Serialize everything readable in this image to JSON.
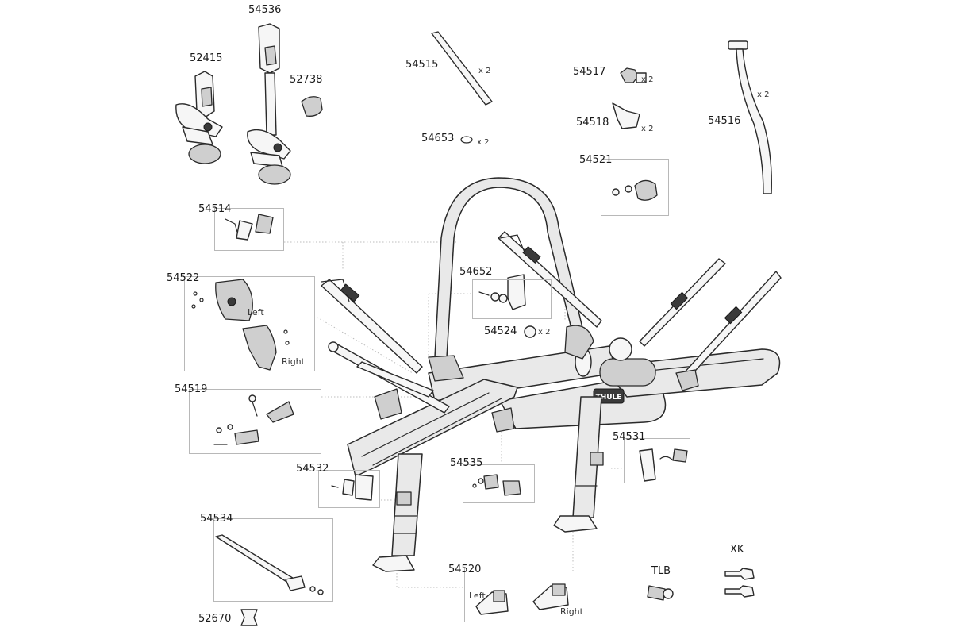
{
  "parts": [
    {
      "id": "p52415",
      "number": "52415"
    },
    {
      "id": "p54536",
      "number": "54536"
    },
    {
      "id": "p52738",
      "number": "52738"
    },
    {
      "id": "p54515",
      "number": "54515",
      "quantity": "x 2"
    },
    {
      "id": "p54653",
      "number": "54653",
      "quantity": "x 2"
    },
    {
      "id": "p54517",
      "number": "54517",
      "quantity": "x 2"
    },
    {
      "id": "p54518",
      "number": "54518",
      "quantity": "x 2"
    },
    {
      "id": "p54516",
      "number": "54516",
      "quantity": "x 2"
    },
    {
      "id": "p54521",
      "number": "54521"
    },
    {
      "id": "p54514",
      "number": "54514"
    },
    {
      "id": "p54522",
      "number": "54522",
      "side_labels": [
        "Left",
        "Right"
      ]
    },
    {
      "id": "p54652",
      "number": "54652"
    },
    {
      "id": "p54524",
      "number": "54524",
      "quantity": "x 2"
    },
    {
      "id": "p54519",
      "number": "54519"
    },
    {
      "id": "p54531",
      "number": "54531"
    },
    {
      "id": "p54532",
      "number": "54532"
    },
    {
      "id": "p54535",
      "number": "54535"
    },
    {
      "id": "p54534",
      "number": "54534"
    },
    {
      "id": "p54520",
      "number": "54520",
      "side_labels": [
        "Left",
        "Right"
      ]
    },
    {
      "id": "p52670",
      "number": "52670"
    },
    {
      "id": "pTLB",
      "number": "TLB"
    },
    {
      "id": "pXK",
      "number": "XK"
    }
  ],
  "logo_text": "THULE",
  "colors": {
    "line": "#2a2a2a",
    "leader": "#bdbdbd",
    "box_border": "#b8b8b8",
    "background": "#ffffff"
  }
}
